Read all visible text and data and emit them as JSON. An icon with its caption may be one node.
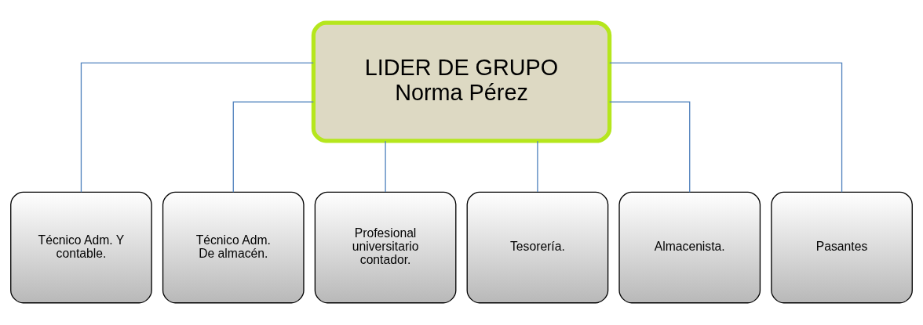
{
  "diagram": {
    "nodes": [
      {
        "text": [
          "LIDER DE GRUPO",
          "Norma Pérez"
        ]
      },
      {
        "text": [
          "Técnico Adm. Y contable."
        ]
      },
      {
        "text": [
          "Técnico Adm. De almacén."
        ]
      },
      {
        "text": [
          "Profesional universitario contador."
        ]
      },
      {
        "text": [
          "Tesorería."
        ]
      },
      {
        "text": [
          "Almacenista."
        ]
      },
      {
        "text": [
          "Pasantes"
        ]
      }
    ],
    "edges": [
      {
        "from": 0,
        "to": 1,
        "arrow": "none"
      },
      {
        "from": 0,
        "to": 2,
        "arrow": "none"
      },
      {
        "from": 0,
        "to": 3,
        "arrow": "none"
      },
      {
        "from": 0,
        "to": 4,
        "arrow": "none"
      },
      {
        "from": 0,
        "to": 5,
        "arrow": "none"
      },
      {
        "from": 0,
        "to": 6,
        "arrow": "none"
      }
    ]
  }
}
